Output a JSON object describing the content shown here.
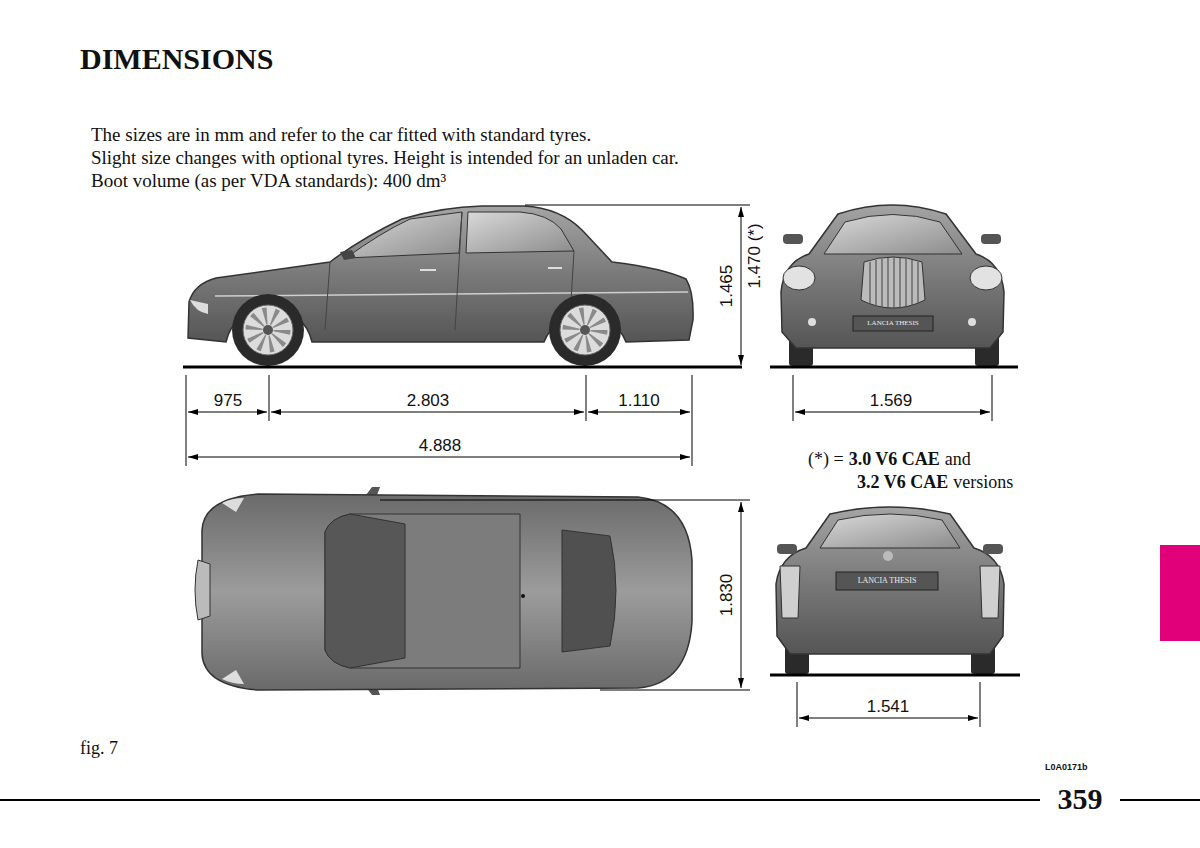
{
  "diagram": {
    "title": "DIMENSIONS",
    "labels": [
      "The sizes are in mm and refer to the car fitted with standard tyres.",
      "Slight size changes with optional tyres. Height is intended for an unladen car.",
      "Boot volume (as per VDA standards): 400 dm³",
      "1.465",
      "1.470 (*)",
      "975",
      "2.803",
      "1.110",
      "4.888",
      "1.569",
      "(*) =",
      "3.0 V6 CAE",
      "and",
      "3.2 V6 CAE",
      "versions",
      "1.830",
      "1.541",
      "fig. 7",
      "L0A0171b",
      "359",
      "LANCIA THESIS",
      "LANCIA THESIS"
    ]
  }
}
